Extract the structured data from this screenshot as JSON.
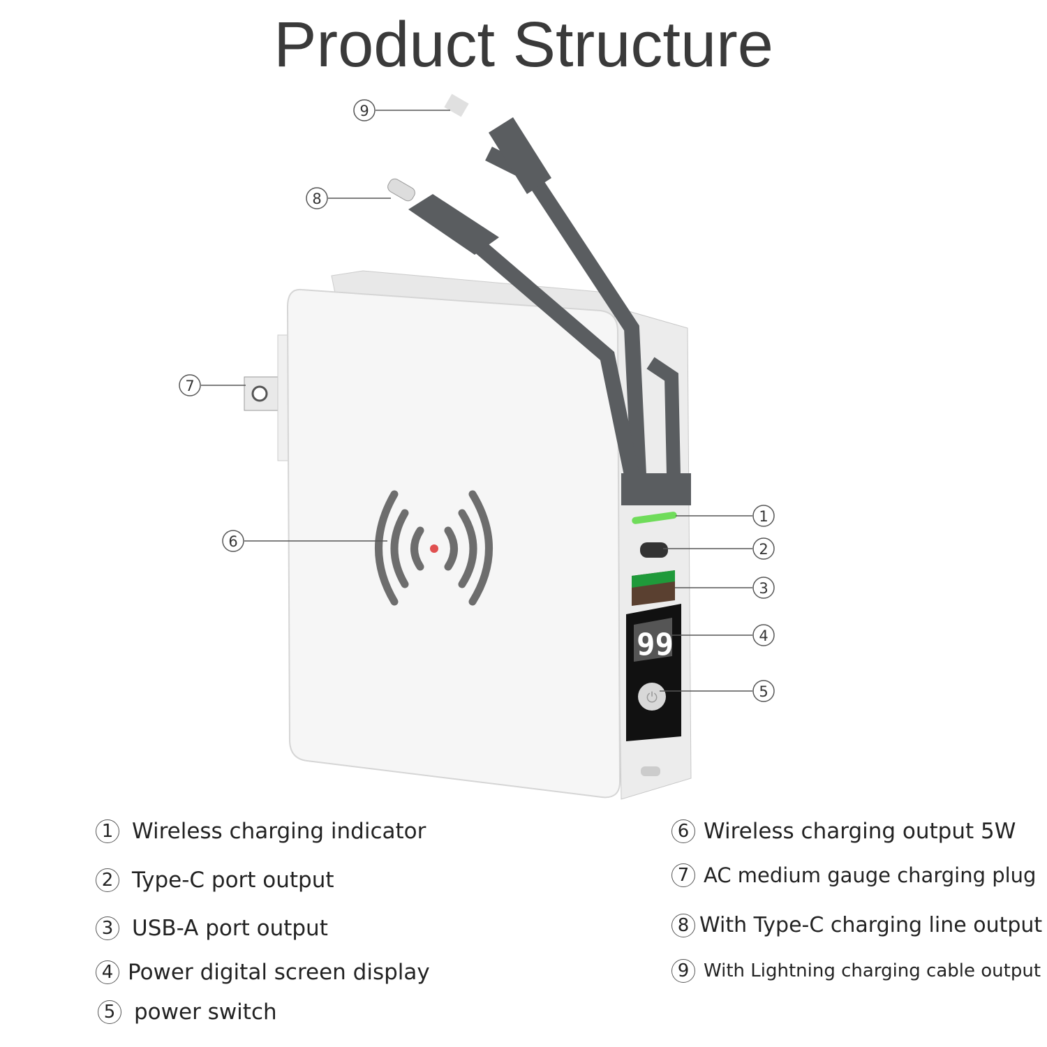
{
  "title": "Product Structure",
  "screen_reading": "99",
  "callouts": [
    "1",
    "2",
    "3",
    "4",
    "5",
    "6",
    "7",
    "8",
    "9"
  ],
  "legend": [
    {
      "num": "1",
      "label": "Wireless charging indicator"
    },
    {
      "num": "2",
      "label": "Type-C port output"
    },
    {
      "num": "3",
      "label": "USB-A port output"
    },
    {
      "num": "4",
      "label": "Power digital screen display"
    },
    {
      "num": "5",
      "label": "power switch"
    },
    {
      "num": "6",
      "label": "Wireless charging output 5W"
    },
    {
      "num": "7",
      "label": "AC medium gauge charging plug"
    },
    {
      "num": "8",
      "label": "With Type-C charging line output"
    },
    {
      "num": "9",
      "label": "With Lightning charging cable output"
    }
  ],
  "colors": {
    "indicator": "#6fdc5a",
    "usb_a": "#1f9a3a",
    "cable": "#5a5d60",
    "body": "#f4f4f4"
  }
}
